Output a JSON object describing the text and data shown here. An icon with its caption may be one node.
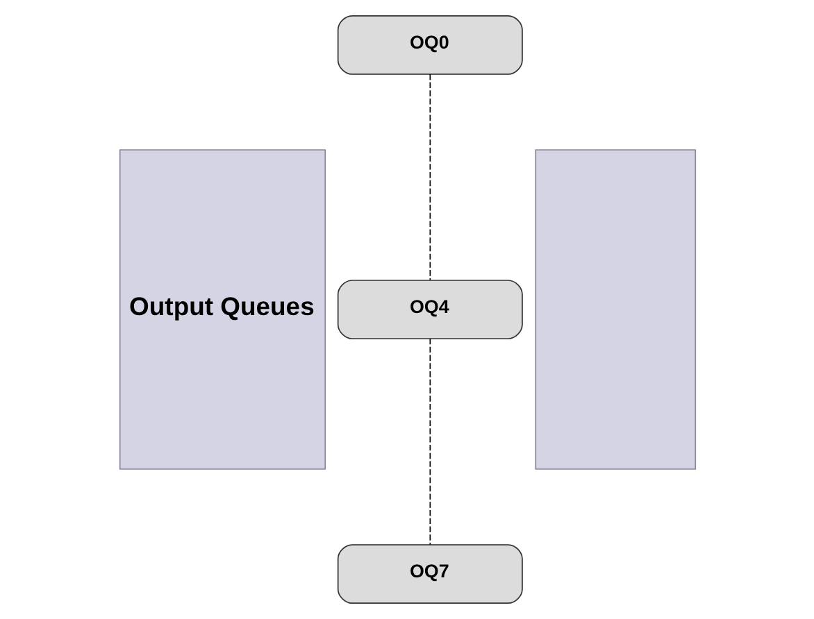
{
  "diagram": {
    "nodes": [
      {
        "text": [
          "Output Queues"
        ]
      },
      {
        "text": [
          "OQ0"
        ]
      },
      {
        "text": [
          "OQ4"
        ]
      },
      {
        "text": [
          "OQ7"
        ]
      },
      {
        "text": [],
        "shape": "box"
      }
    ],
    "edges": [
      {
        "from": 1,
        "to": 2,
        "arrow": "none",
        "style": "dashed"
      },
      {
        "from": 2,
        "to": 3,
        "arrow": "none",
        "style": "dashed"
      }
    ]
  }
}
